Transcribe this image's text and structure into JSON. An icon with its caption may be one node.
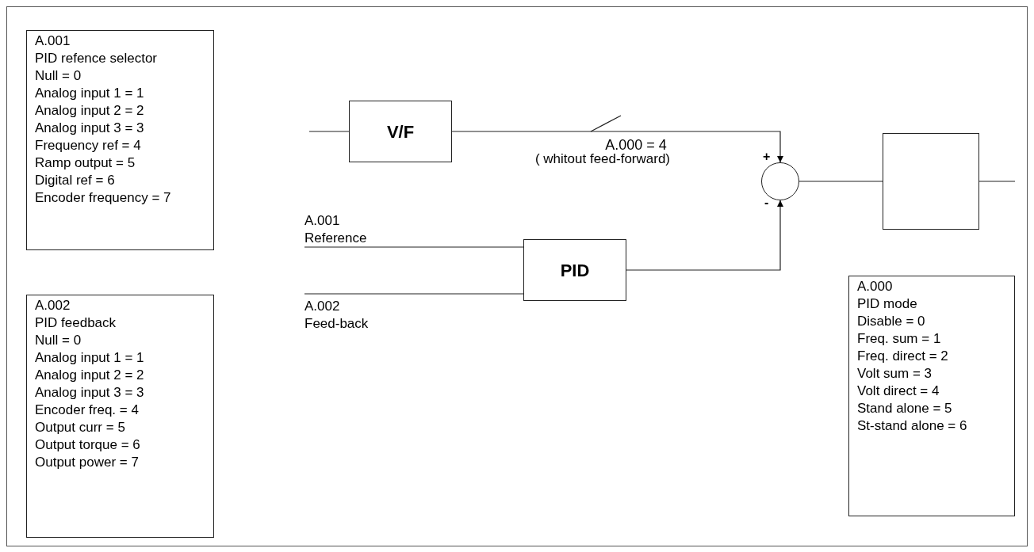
{
  "diagram": {
    "nodes": [
      {
        "text": [
          "A.001",
          "PID refence selector",
          "Null = 0",
          "Analog input 1 = 1",
          "Analog input 2 = 2",
          "Analog input 3 = 3",
          "Frequency ref = 4",
          "Ramp output = 5",
          "Digital ref = 6",
          "Encoder frequency = 7"
        ]
      },
      {
        "text": [
          "A.002",
          "PID feedback",
          "Null = 0",
          "Analog input 1 = 1",
          "Analog input 2 = 2",
          "Analog input 3 = 3",
          "Encoder freq. = 4",
          "Output curr = 5",
          "Output torque = 6",
          "Output power = 7"
        ]
      },
      {
        "text": [
          "A.000",
          "PID mode",
          "Disable = 0",
          "Freq. sum = 1",
          "Freq. direct = 2",
          "Volt sum = 3",
          "Volt direct = 4",
          "Stand alone = 5",
          "St-stand alone = 6"
        ]
      },
      {
        "text": [
          "V/F"
        ]
      },
      {
        "text": [
          "PID"
        ]
      },
      {
        "text": [],
        "shape": "circle"
      },
      {
        "text": [],
        "shape": "box"
      }
    ],
    "edges": [
      {
        "from": null,
        "to": 3,
        "arrow": "none"
      },
      {
        "from": 3,
        "to": 5,
        "arrow": "to"
      },
      {
        "from": null,
        "to": 4,
        "arrow": "none",
        "label": "A.001 Reference"
      },
      {
        "from": null,
        "to": 4,
        "arrow": "none",
        "label": "A.002 Feed-back"
      },
      {
        "from": 4,
        "to": 5,
        "arrow": "to"
      },
      {
        "from": 5,
        "to": 6,
        "arrow": "none"
      },
      {
        "from": 6,
        "to": null,
        "arrow": "none"
      }
    ],
    "labels": [
      "A.000 = 4",
      "( whitout feed-forward)",
      "+",
      "-"
    ]
  }
}
